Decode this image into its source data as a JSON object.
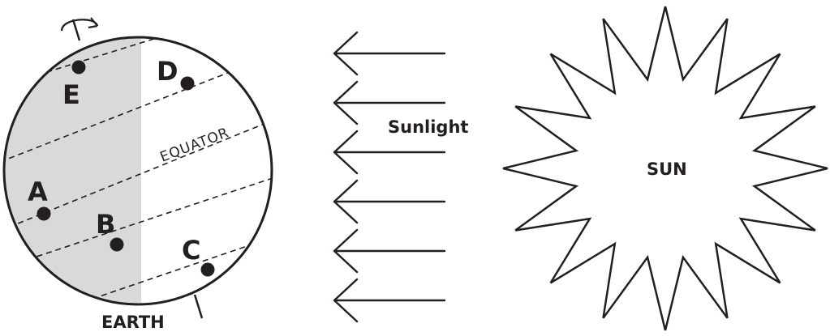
{
  "diagram": {
    "earth_label": "EARTH",
    "sun_label": "SUN",
    "sunlight_label": "Sunlight",
    "equator_label": "EQUATOR",
    "points": [
      {
        "id": "A",
        "label": "A"
      },
      {
        "id": "B",
        "label": "B"
      },
      {
        "id": "C",
        "label": "C"
      },
      {
        "id": "D",
        "label": "D"
      },
      {
        "id": "E",
        "label": "E"
      }
    ],
    "sunlight_arrow_count": 6,
    "sun_spike_count": 16,
    "colors": {
      "ink": "#231f20",
      "night_side": "#d9d9d9",
      "day_side": "#ffffff",
      "background": "#ffffff"
    }
  }
}
